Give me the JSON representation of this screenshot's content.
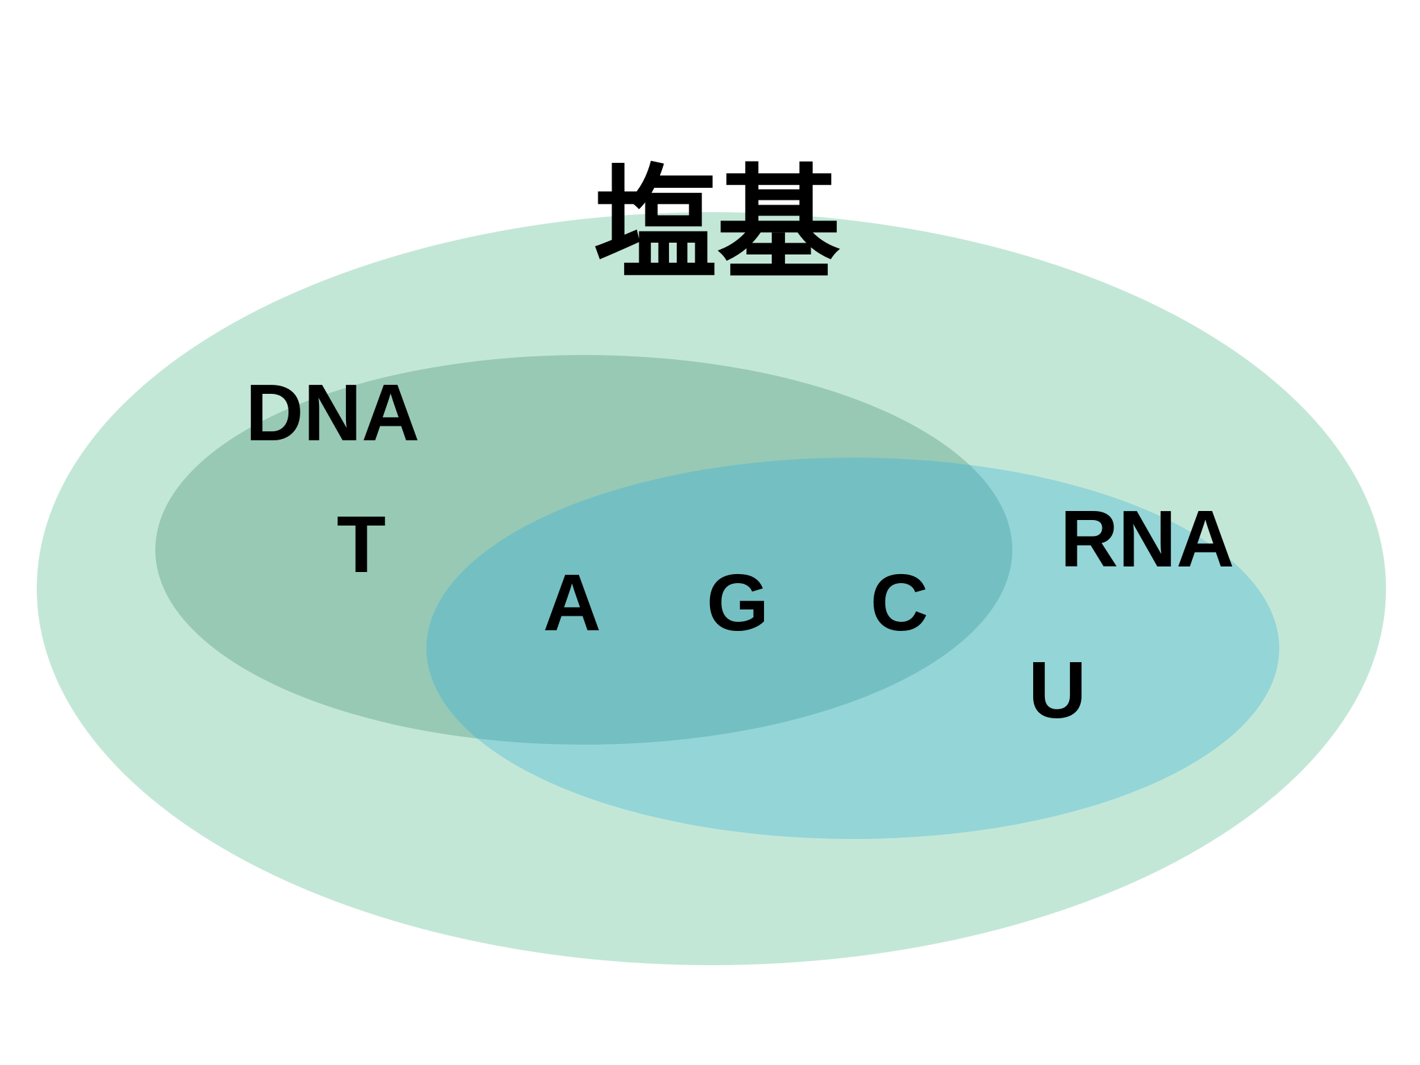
{
  "title": "塩基",
  "sets": {
    "dna": {
      "label": "DNA",
      "only": [
        "T"
      ]
    },
    "rna": {
      "label": "RNA",
      "only": [
        "U"
      ]
    },
    "shared": [
      "A",
      "G",
      "C"
    ]
  },
  "colors": {
    "outer": "#c3e7d7",
    "dna": "#97c9b5",
    "rna": "#94d5d7",
    "overlap": "#74bfc2"
  }
}
